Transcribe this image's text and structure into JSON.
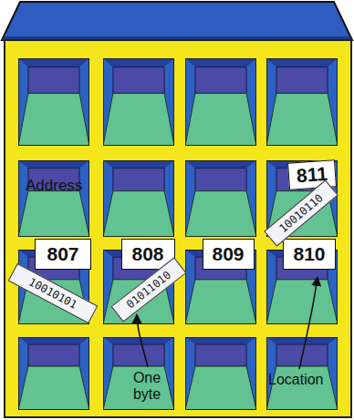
{
  "diagram": {
    "nodes": [
      {
        "text": [
          "807"
        ]
      },
      {
        "text": [
          "808"
        ]
      },
      {
        "text": [
          "809"
        ]
      },
      {
        "text": [
          "810"
        ]
      },
      {
        "text": [
          "811"
        ]
      },
      {
        "text": [
          "10010101"
        ]
      },
      {
        "text": [
          "01011010"
        ]
      },
      {
        "text": [
          "10010110"
        ]
      }
    ],
    "labels": [
      "Address",
      "One byte",
      "Location"
    ]
  }
}
